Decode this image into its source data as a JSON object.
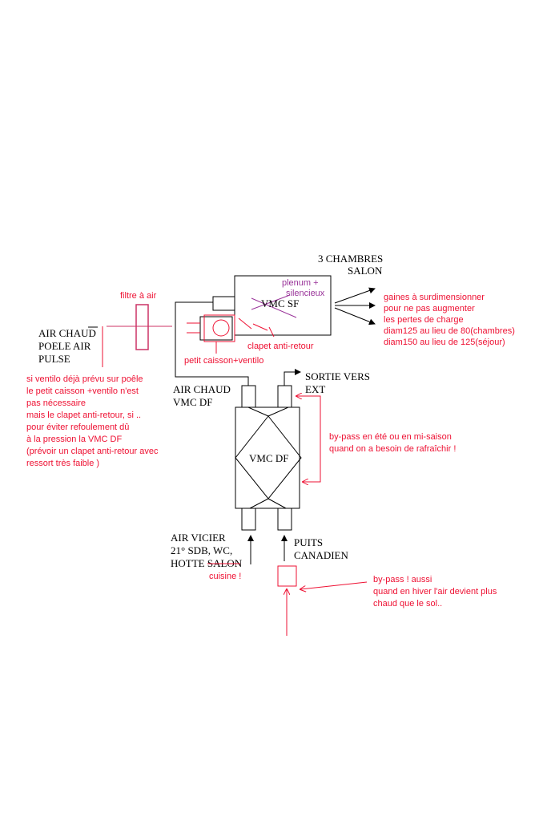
{
  "labels": {
    "chambres": "3 CHAMBRES",
    "salon": "SALON",
    "plenum_1": "plenum +",
    "plenum_2": "silencieux",
    "vmc_sf": "VMC SF",
    "filtre": "filtre à air",
    "clapet": "clapet anti-retour",
    "petit_caisson": "petit caisson+ventilo",
    "air_chaud_poele_1": "AIR CHAUD",
    "air_chaud_poele_2": "POELE AIR",
    "air_chaud_poele_3": "PULSE",
    "air_chaud_vmc_1": "AIR CHAUD",
    "air_chaud_vmc_2": "VMC DF",
    "sortie_1": "SORTIE VERS",
    "sortie_2": "EXT",
    "vmc_df": "VMC DF",
    "air_vicier_1": "AIR VICIER",
    "air_vicier_2": "21° SDB, WC,",
    "air_vicier_3a": "HOTTE ",
    "air_vicier_3b": "SALON",
    "cuisine": "cuisine !",
    "puits_1": "PUITS",
    "puits_2": "CANADIEN"
  },
  "notes": {
    "gaines": [
      "gaines à surdimensionner",
      "pour ne pas augmenter",
      " les pertes de charge",
      "diam125 au lieu de 80(chambres)",
      "diam150 au lieu de 125(séjour)"
    ],
    "ventilo": [
      "si ventilo déjà prévu sur poêle",
      "le petit caisson +ventilo  n'est",
      "pas nécessaire",
      "mais le clapet anti-retour, si ..",
      "pour éviter refoulement  dû",
      "à la pression  la VMC DF",
      "(prévoir un clapet anti-retour avec",
      "ressort très faible )"
    ],
    "bypass_ete": [
      "by-pass en été ou en mi-saison",
      "quand on a besoin de rafraîchir !"
    ],
    "bypass_hiver": [
      "by-pass ! aussi",
      "quand en hiver l'air devient plus",
      "chaud que le sol.."
    ]
  },
  "colors": {
    "ink": "#000000",
    "red": "#ee1133",
    "purple": "#993399",
    "filter": "#cc3366"
  }
}
